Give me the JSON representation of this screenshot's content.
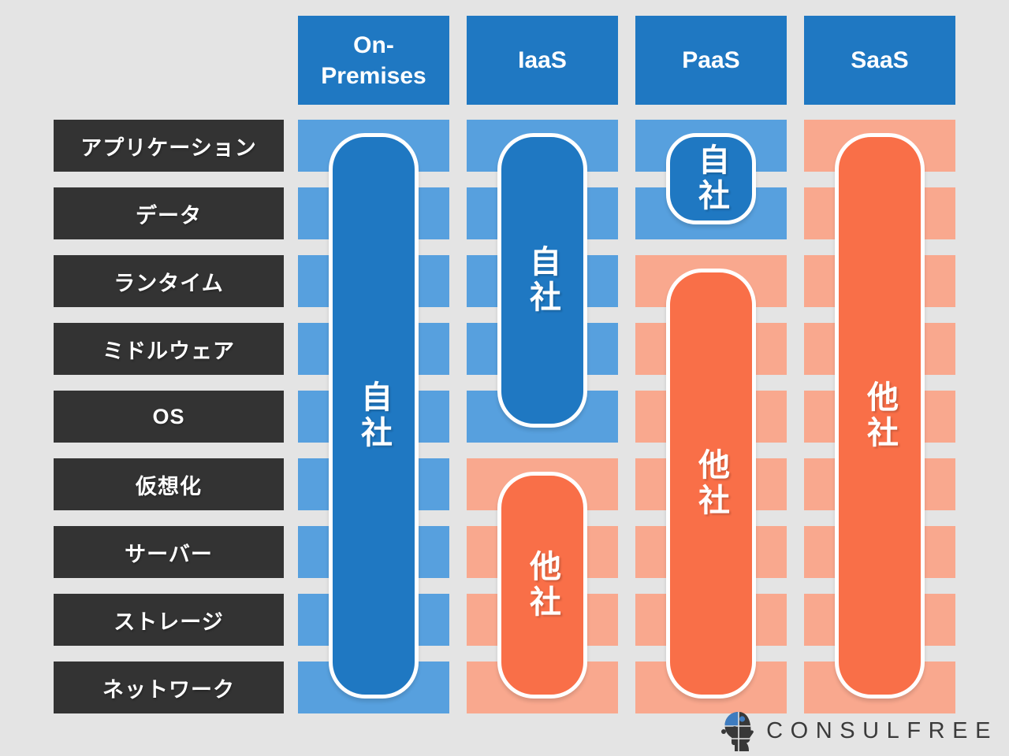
{
  "colors": {
    "background": "#e4e4e4",
    "own_dark": "#1f78c2",
    "own_light": "#57a0de",
    "other_dark": "#f96f48",
    "other_light": "#f9a88e",
    "row_label_bg": "#333333",
    "pill_border": "#ffffff",
    "logo_text_color": "#3a3a3a",
    "logo_icon_blue": "#3e7cc0",
    "logo_icon_dark": "#383838"
  },
  "rows": [
    {
      "id": "application",
      "label": "アプリケーション"
    },
    {
      "id": "data",
      "label": "データ"
    },
    {
      "id": "runtime",
      "label": "ランタイム"
    },
    {
      "id": "middleware",
      "label": "ミドルウェア"
    },
    {
      "id": "os",
      "label": "OS"
    },
    {
      "id": "virtualization",
      "label": "仮想化"
    },
    {
      "id": "server",
      "label": "サーバー"
    },
    {
      "id": "storage",
      "label": "ストレージ"
    },
    {
      "id": "network",
      "label": "ネットワーク"
    }
  ],
  "columns": [
    {
      "id": "on-premises",
      "label": "On-\nPremises",
      "cells": [
        "own",
        "own",
        "own",
        "own",
        "own",
        "own",
        "own",
        "own",
        "own"
      ],
      "pills": [
        {
          "type": "own",
          "label": "自社",
          "from": 0,
          "to": 8
        }
      ]
    },
    {
      "id": "iaas",
      "label": "IaaS",
      "cells": [
        "own",
        "own",
        "own",
        "own",
        "own",
        "other",
        "other",
        "other",
        "other"
      ],
      "pills": [
        {
          "type": "own",
          "label": "自社",
          "from": 0,
          "to": 4
        },
        {
          "type": "other",
          "label": "他社",
          "from": 5,
          "to": 8
        }
      ]
    },
    {
      "id": "paas",
      "label": "PaaS",
      "cells": [
        "own",
        "own",
        "other",
        "other",
        "other",
        "other",
        "other",
        "other",
        "other"
      ],
      "pills": [
        {
          "type": "own",
          "label": "自社",
          "from": 0,
          "to": 1
        },
        {
          "type": "other",
          "label": "他社",
          "from": 2,
          "to": 8
        }
      ]
    },
    {
      "id": "saas",
      "label": "SaaS",
      "cells": [
        "other",
        "other",
        "other",
        "other",
        "other",
        "other",
        "other",
        "other",
        "other"
      ],
      "pills": [
        {
          "type": "other",
          "label": "他社",
          "from": 0,
          "to": 8
        }
      ]
    }
  ],
  "ownership_terms": {
    "own": "自社",
    "other": "他社"
  },
  "logo": {
    "text": "CONSULFREE"
  }
}
